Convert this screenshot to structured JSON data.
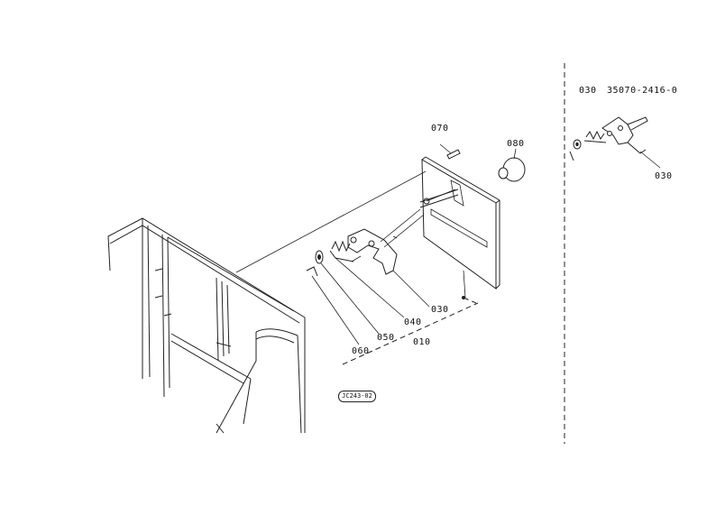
{
  "header": {
    "ref": "030",
    "part_number": "35070-2416-0"
  },
  "callouts": {
    "p070": "070",
    "p080": "080",
    "p030": "030",
    "p040": "040",
    "p050": "050",
    "p010": "010",
    "p060": "060",
    "inset_030": "030"
  },
  "figure_code": "JC243-02"
}
